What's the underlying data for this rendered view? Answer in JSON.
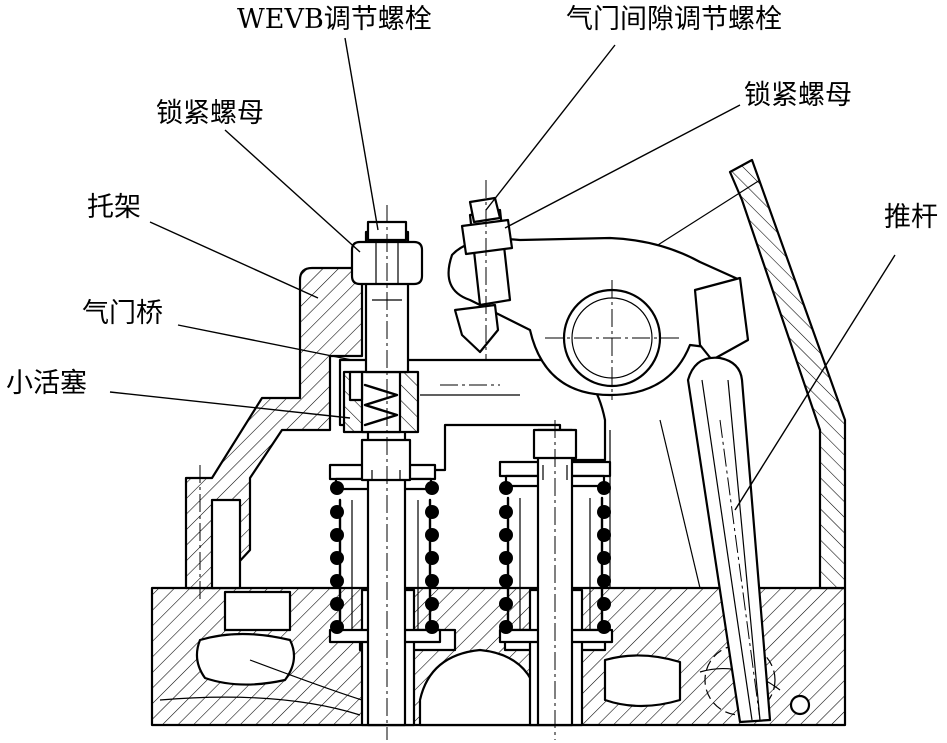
{
  "labels": {
    "wevb_bolt": "WEVB调节螺栓",
    "lash_bolt": "气门间隙调节螺栓",
    "locknut_left": "锁紧螺母",
    "locknut_right": "锁紧螺母",
    "bracket": "托架",
    "pushrod": "推杆",
    "valve_bridge": "气门桥",
    "small_piston": "小活塞"
  },
  "colors": {
    "line": "#000000",
    "background": "#ffffff"
  }
}
